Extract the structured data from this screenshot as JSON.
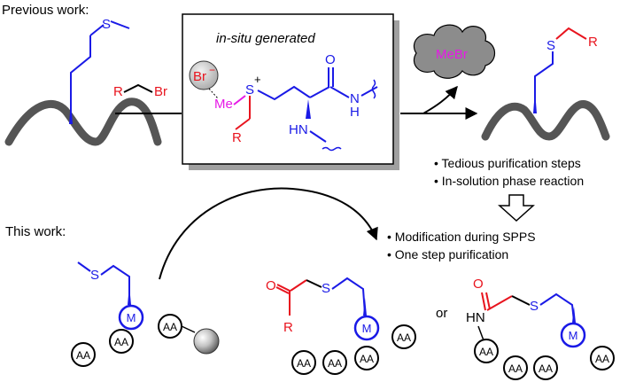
{
  "sections": {
    "previous": "Previous work:",
    "this": "This work:"
  },
  "reagent": {
    "r": "R",
    "br": "Br"
  },
  "intermediate": {
    "title": "in-situ generated",
    "bromide": "Br",
    "minus": "−",
    "methyl": "Me",
    "sulfur": "S",
    "plus": "+",
    "r": "R",
    "hn": "HN",
    "oxygen": "O",
    "nh": "N",
    "h": "H"
  },
  "byproduct": {
    "label": "MeBr"
  },
  "products": {
    "previous_s": "S",
    "previous_r": "R",
    "this_linear_s": "S",
    "this_linear_o": "O",
    "this_linear_r": "R",
    "this_cyclic_o": "O",
    "this_cyclic_hn": "HN",
    "this_cyclic_s": "S"
  },
  "substrate": {
    "s": "S"
  },
  "residues": {
    "aa": "AA",
    "m": "M"
  },
  "separator": "or",
  "drawbacks": [
    "• Tedious purification steps",
    "• In-solution phase reaction"
  ],
  "advantages": [
    "• Modification during SPPS",
    "• One step purification"
  ],
  "colors": {
    "blue": "#1a1ae6",
    "red": "#e8141e",
    "magenta": "#e619e6",
    "dark_gray": "#555555",
    "cloud": "#8c8c8c",
    "box_shadow": "#a0a0a0"
  }
}
